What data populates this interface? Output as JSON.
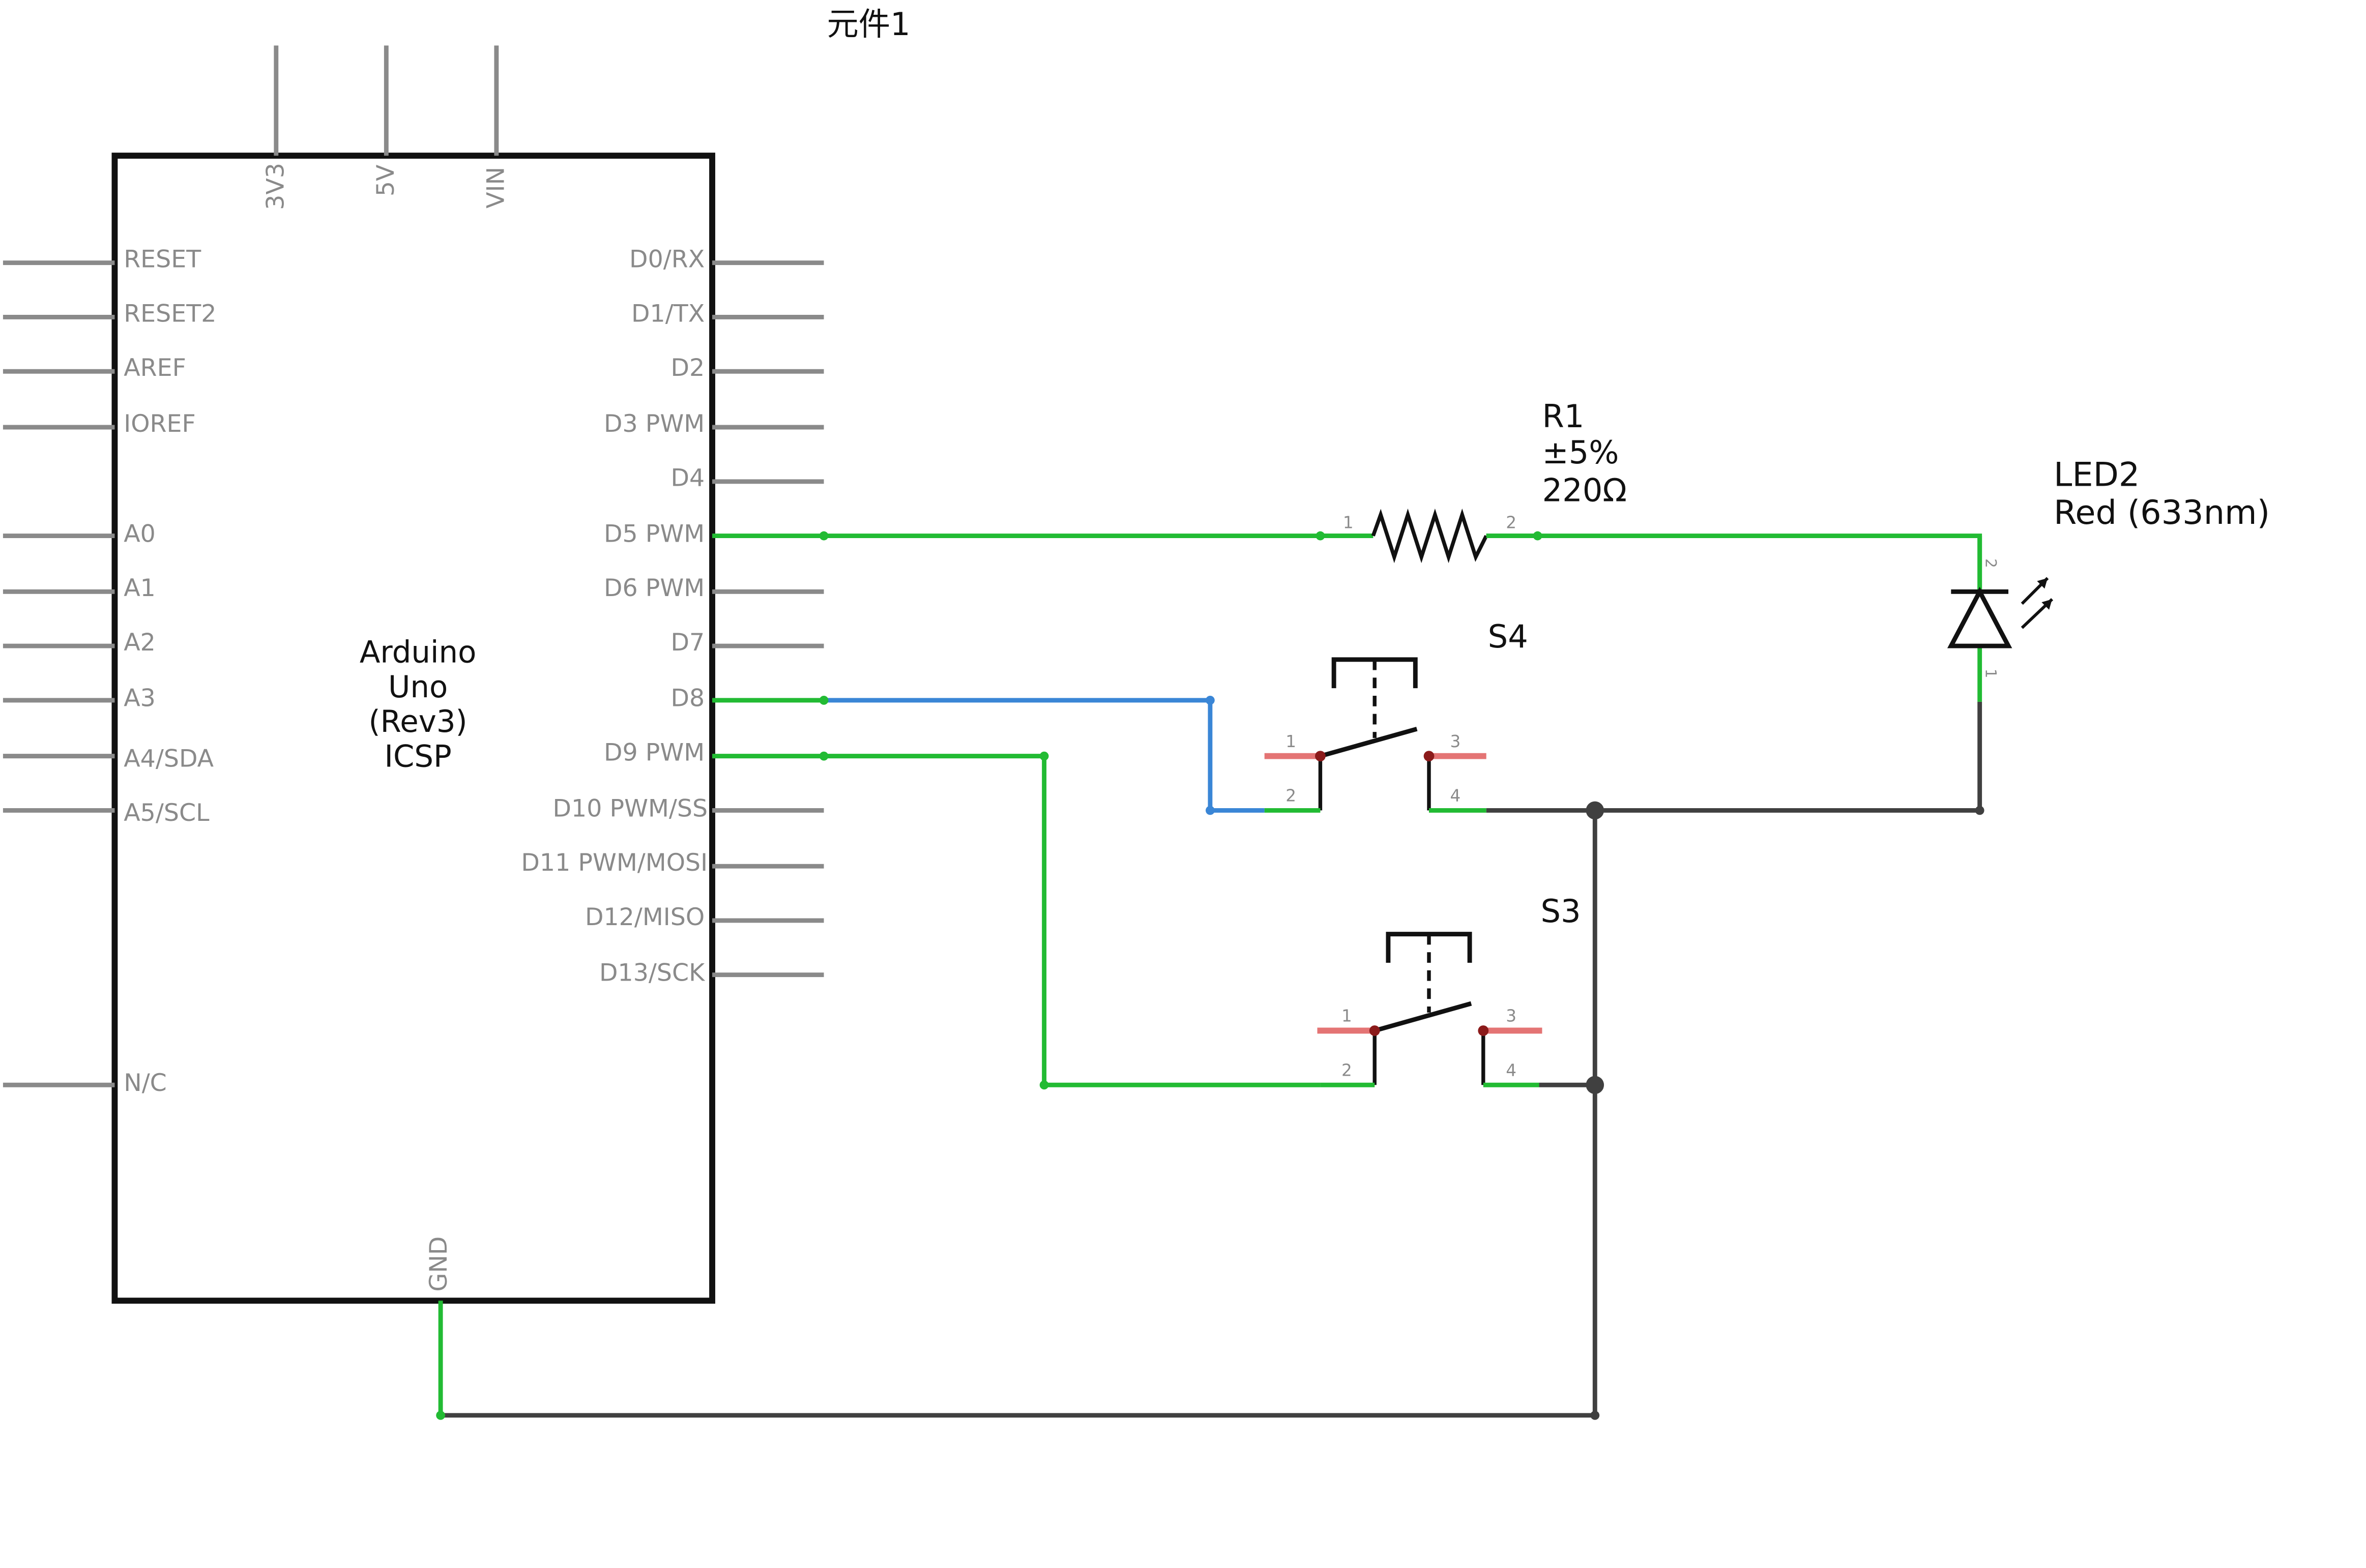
{
  "sheet": {
    "header_text": "元件1"
  },
  "colors": {
    "wire_green": "#22bb33",
    "wire_blue": "#3a86d6",
    "wire_gray": "#404040",
    "pin_gray": "#8a8a8a",
    "pin_unconnected": "#d93a3a"
  },
  "arduino": {
    "name_lines": [
      "Arduino",
      "Uno",
      "(Rev3)",
      "ICSP"
    ],
    "top_pins": [
      "3V3",
      "5V",
      "VIN"
    ],
    "bottom_pin": "GND",
    "left_pins": [
      "RESET",
      "RESET2",
      "AREF",
      "IOREF",
      "A0",
      "A1",
      "A2",
      "A3",
      "A4/SDA",
      "A5/SCL",
      "N/C"
    ],
    "right_pins": [
      "D0/RX",
      "D1/TX",
      "D2",
      "D3 PWM",
      "D4",
      "D5 PWM",
      "D6 PWM",
      "D7",
      "D8",
      "D9 PWM",
      "D10 PWM/SS",
      "D11 PWM/MOSI",
      "D12/MISO",
      "D13/SCK"
    ]
  },
  "resistor": {
    "name": "R1",
    "tolerance": "±5%",
    "value": "220Ω",
    "pin1": "1",
    "pin2": "2"
  },
  "led": {
    "name": "LED2",
    "color_label": "Red (633nm)",
    "pin_anode": "2",
    "pin_cathode": "1"
  },
  "switch_s4": {
    "name": "S4",
    "pins": [
      "1",
      "2",
      "3",
      "4"
    ]
  },
  "switch_s3": {
    "name": "S3",
    "pins": [
      "1",
      "2",
      "3",
      "4"
    ]
  },
  "nets": [
    {
      "name": "D5-R1",
      "color": "green"
    },
    {
      "name": "R1-LED2",
      "color": "green"
    },
    {
      "name": "D8-S4",
      "color": "blue"
    },
    {
      "name": "D9-S3",
      "color": "green"
    },
    {
      "name": "GND",
      "color": "gray"
    }
  ]
}
